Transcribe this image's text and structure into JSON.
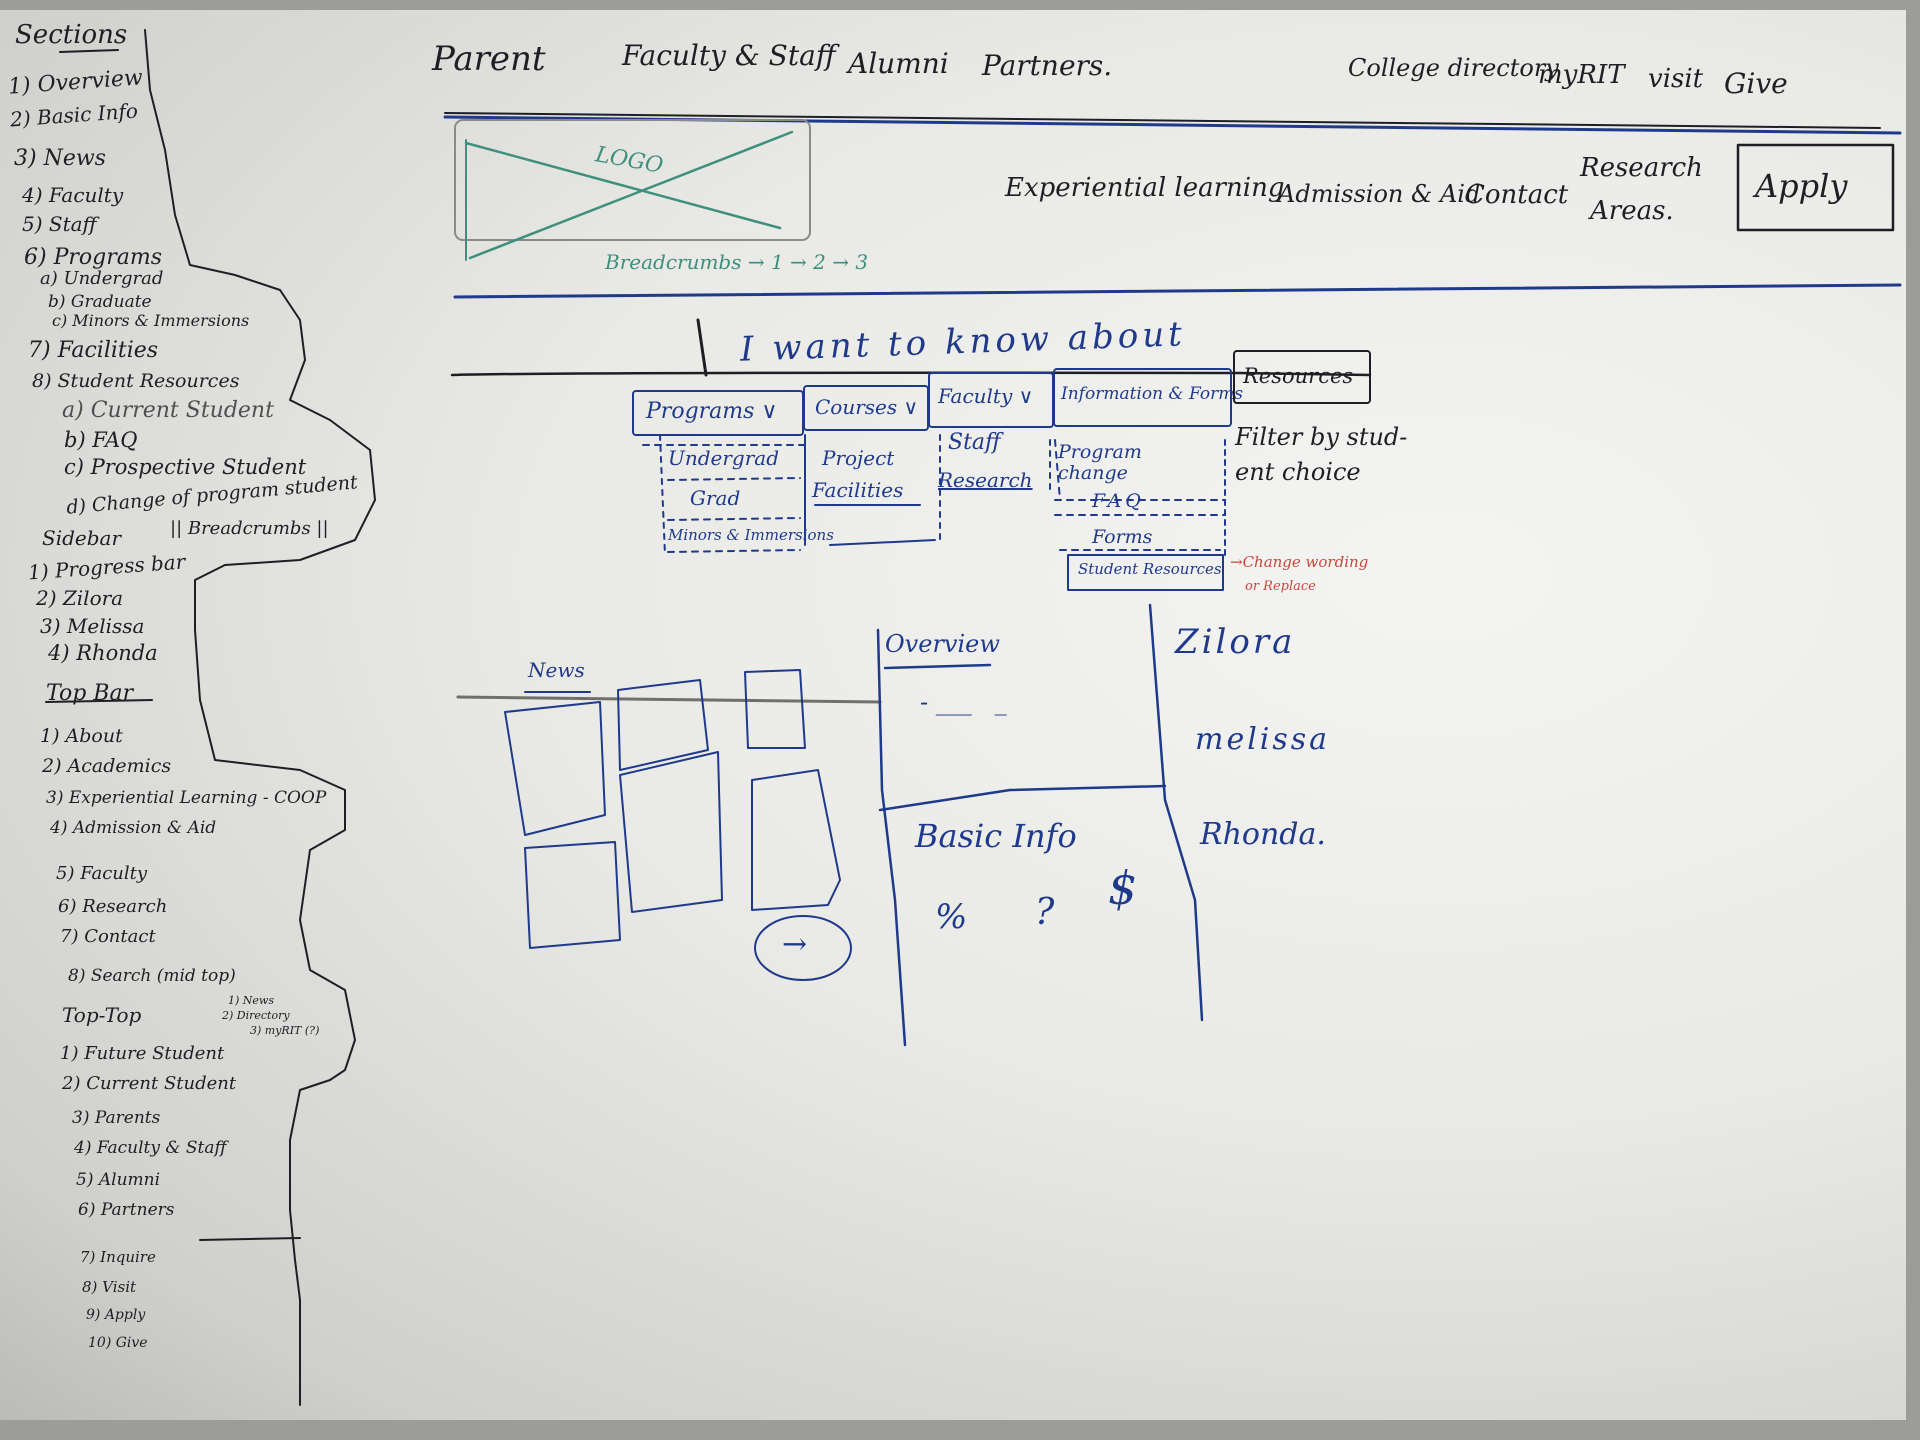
{
  "colors": {
    "marker_black": "#1d1f24",
    "marker_blue": "#1f3a8a",
    "marker_green": "#3f8f7e",
    "marker_red": "#c9473a"
  },
  "sections": {
    "title": "Sections",
    "items": [
      "1) Overview",
      "2) Basic Info",
      "3) News",
      "4) Faculty",
      "5) Staff",
      "6) Programs",
      "a) Undergrad",
      "b) Graduate",
      "c) Minors & Immersions",
      "7) Facilities",
      "8) Student Resources",
      "a) Current Student",
      "b) FAQ",
      "c) Prospective Student",
      "d) Change of program student"
    ]
  },
  "sidebar": {
    "title": "Sidebar",
    "note": "|| Breadcrumbs ||",
    "items": [
      "1) Progress bar",
      "2) Zilora",
      "3) Melissa",
      "4) Rhonda"
    ]
  },
  "topbar": {
    "title": "Top Bar",
    "items": [
      "1) About",
      "2) Academics",
      "3) Experiential Learning - COOP",
      "4) Admission & Aid",
      "5) Faculty",
      "6) Research",
      "7) Contact",
      "8) Search (mid top)"
    ]
  },
  "search_sub": [
    "1) News",
    "2) Directory",
    "3) myRIT (?)"
  ],
  "toptop": {
    "title": "Top-Top",
    "items": [
      "1) Future Student",
      "2) Current Student",
      "3) Parents",
      "4) Faculty & Staff",
      "5) Alumni",
      "6) Partners"
    ],
    "extra": [
      "7) Inquire",
      "8) Visit",
      "9) Apply",
      "10) Give"
    ]
  },
  "utility_nav": {
    "left": [
      "Parent",
      "Faculty & Staff",
      "Alumni",
      "Partners."
    ],
    "right": [
      "College directory",
      "myRIT",
      "visit",
      "Give"
    ]
  },
  "logo": {
    "label": "LOGO",
    "breadcrumbs": "Breadcrumbs → 1 → 2 → 3"
  },
  "main_nav": [
    "Experiential learning",
    "Admission & Aid",
    "Contact",
    "Research",
    "Areas."
  ],
  "apply_button": "Apply",
  "know_about": "I want to know about",
  "tabs": [
    {
      "label": "Programs ∨",
      "items": [
        "Undergrad",
        "Grad",
        "Minors & Immersions"
      ]
    },
    {
      "label": "Courses ∨",
      "items": [
        "Project",
        "Facilities"
      ]
    },
    {
      "label": "Faculty ∨",
      "items": [
        "Staff",
        "Research"
      ]
    },
    {
      "label": "Information & Forms",
      "items": [
        "Program change",
        "FAQ",
        "Forms",
        "Student Resources"
      ]
    },
    {
      "label": "Resources",
      "items": []
    }
  ],
  "filter_note": [
    "Filter by stud-",
    "ent choice"
  ],
  "change_note": [
    "→Change wording",
    "or Replace"
  ],
  "news": {
    "title": "News",
    "arrow": "→"
  },
  "overview": {
    "title": "Overview",
    "dashes": "- ___   _"
  },
  "basic_info": {
    "title": "Basic Info",
    "symbols": [
      "%",
      "?",
      "$"
    ]
  },
  "people": [
    "Zilora",
    "melissa",
    "Rhonda."
  ]
}
